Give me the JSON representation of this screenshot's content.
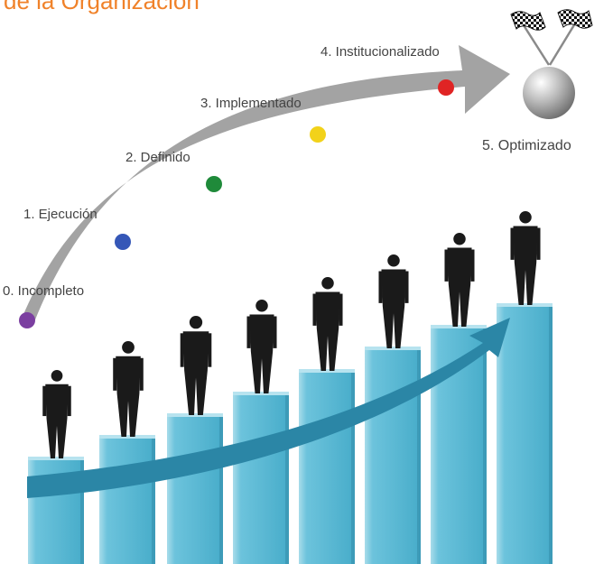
{
  "title": "de la Organización",
  "stages": [
    {
      "label": "0. Incompleto",
      "color": "#7b3fa0"
    },
    {
      "label": "1. Ejecución",
      "color": "#3557b7"
    },
    {
      "label": "2. Definido",
      "color": "#1f8a3a"
    },
    {
      "label": "3. Implementado",
      "color": "#f2d21a"
    },
    {
      "label": "4. Institucionalizado",
      "color": "#e02424"
    }
  ],
  "final_stage": {
    "label": "5. Optimizado"
  },
  "colors": {
    "title": "#f0822a",
    "arrow": "#9e9e9e",
    "bars": "#5cb8d2",
    "growth_arrow": "#2b86a6",
    "silhouettes": "#1a1a1a"
  },
  "icons": [
    "checkered-flags-icon",
    "sphere-icon",
    "businessman-silhouette-icon"
  ]
}
